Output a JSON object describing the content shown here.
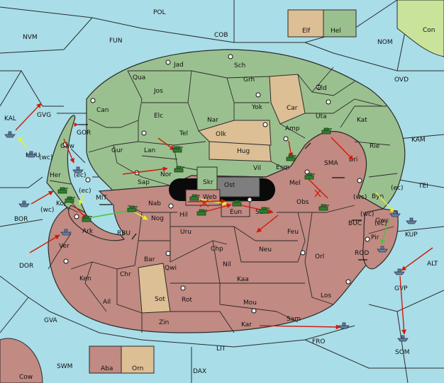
{
  "colors": {
    "sea": "#a9dde8",
    "green": "#9bc08f",
    "red": "#c18a82",
    "tan": "#ddbf95",
    "grey": "#7e7e7e",
    "border": "#2b2b2b",
    "order_red": "#d11b0b",
    "order_yellow": "#e8ef2a",
    "order_green": "#46c63a"
  },
  "legend": {
    "elf": "Elf",
    "hel": "Hel",
    "aba": "Aba",
    "orn": "Orn"
  },
  "sea_labels": {
    "pol": "POL",
    "nvm": "NVM",
    "fun": "FUN",
    "cob": "COB",
    "nom": "NOM",
    "con": "Con",
    "ovd": "OVD",
    "kal": "KAL",
    "gvg": "GVG",
    "gor": "GOR",
    "mvu": "MVU",
    "wc1": "(wc)",
    "ec1": "(ec)",
    "mit": "MIT",
    "bor": "BOR",
    "wc2": "(wc)",
    "ec2": "(ec)",
    "dor": "DOR",
    "rbu": "RBU",
    "sma": "SMA",
    "kam": "KAM",
    "tei": "TEI",
    "wc3": "(wc)",
    "ec3": "(ec)",
    "wc4": "(wc)",
    "ec4": "(ec)",
    "buc": "BUC",
    "kup": "KUP",
    "rod": "ROD",
    "alt": "ALT",
    "gvp": "GVP",
    "som": "SOM",
    "gva": "GVA",
    "fro": "FRO",
    "lit": "LIT",
    "swm": "SWM",
    "dax": "DAX",
    "cow": "Cow"
  },
  "provinces": {
    "jad": "Jad",
    "sch": "Sch",
    "qua": "Qua",
    "jos": "Jos",
    "grh": "Grh",
    "can": "Can",
    "elc": "Elc",
    "nar": "Nar",
    "yok": "Yok",
    "car": "Car",
    "eld": "Eld",
    "tel": "Tel",
    "olk": "Olk",
    "amp": "Amp",
    "uta": "Uta",
    "kat": "Kat",
    "gur": "Gur",
    "lan": "Lan",
    "hug": "Hug",
    "rie": "Rie",
    "esm": "Esm",
    "bri": "Bri",
    "vil": "Vil",
    "sap": "Sap",
    "nor": "Nor",
    "skr": "Skr",
    "ost": "Ost",
    "mel": "Mel",
    "her": "Her",
    "gaw": "Gaw",
    "kor": "Kor",
    "web": "Web",
    "obs": "Obs",
    "byn": "Byn",
    "nab": "Nab",
    "hil": "Hil",
    "eun": "Eun",
    "sun": "Sun",
    "ark": "Ark",
    "nog": "Nog",
    "gwa": "Gwa",
    "uru": "Uru",
    "feu": "Feu",
    "pir": "Pir",
    "ver": "Ver",
    "chp": "Chp",
    "neu": "Neu",
    "orl": "Orl",
    "bar": "Bar",
    "qwi": "Qwi",
    "nil": "Nil",
    "ken": "Ken",
    "chr": "Chr",
    "kaa": "Kaa",
    "los": "Los",
    "sot": "Sot",
    "rot": "Rot",
    "ail": "Ail",
    "mou": "Mou",
    "zin": "Zin",
    "kar": "Kar",
    "sam": "Sam"
  }
}
